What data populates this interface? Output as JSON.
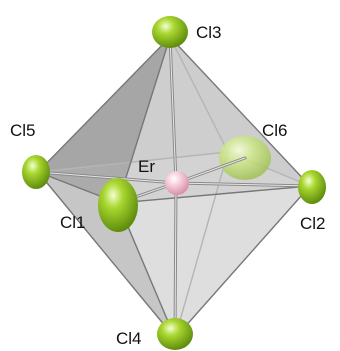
{
  "diagram": {
    "center_atom": {
      "label": "Er",
      "color": "#f2b8cc"
    },
    "ligands": [
      {
        "id": "cl1",
        "label": "Cl1"
      },
      {
        "id": "cl2",
        "label": "Cl2"
      },
      {
        "id": "cl3",
        "label": "Cl3"
      },
      {
        "id": "cl4",
        "label": "Cl4"
      },
      {
        "id": "cl5",
        "label": "Cl5"
      },
      {
        "id": "cl6",
        "label": "Cl6"
      }
    ],
    "ligand_color": "#8cc21e",
    "polyhedron_color": "#9a9a9a"
  }
}
